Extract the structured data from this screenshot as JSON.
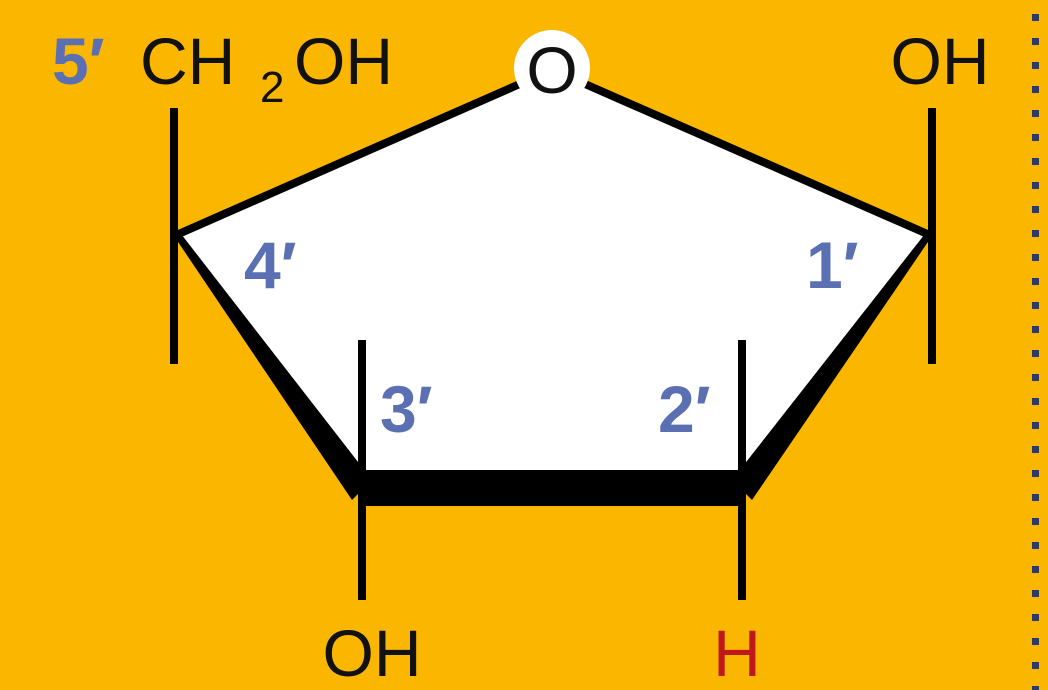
{
  "colors": {
    "background": "#fbb600",
    "ring_fill": "#ffffff",
    "bond": "#000000",
    "carbon_number": "#5b6fb3",
    "text": "#111111",
    "hydrogen_highlight": "#c0171b",
    "border_dots": "#2b3a67"
  },
  "molecule": {
    "c5_number": "5′",
    "c5_group": "CH",
    "c5_subscript": "2",
    "c5_group_end": "OH",
    "ring_oxygen": "O",
    "c1_group": "OH",
    "c1_number": "1′",
    "c4_number": "4′",
    "c3_number": "3′",
    "c2_number": "2′",
    "c3_group": "OH",
    "c2_group": "H"
  }
}
